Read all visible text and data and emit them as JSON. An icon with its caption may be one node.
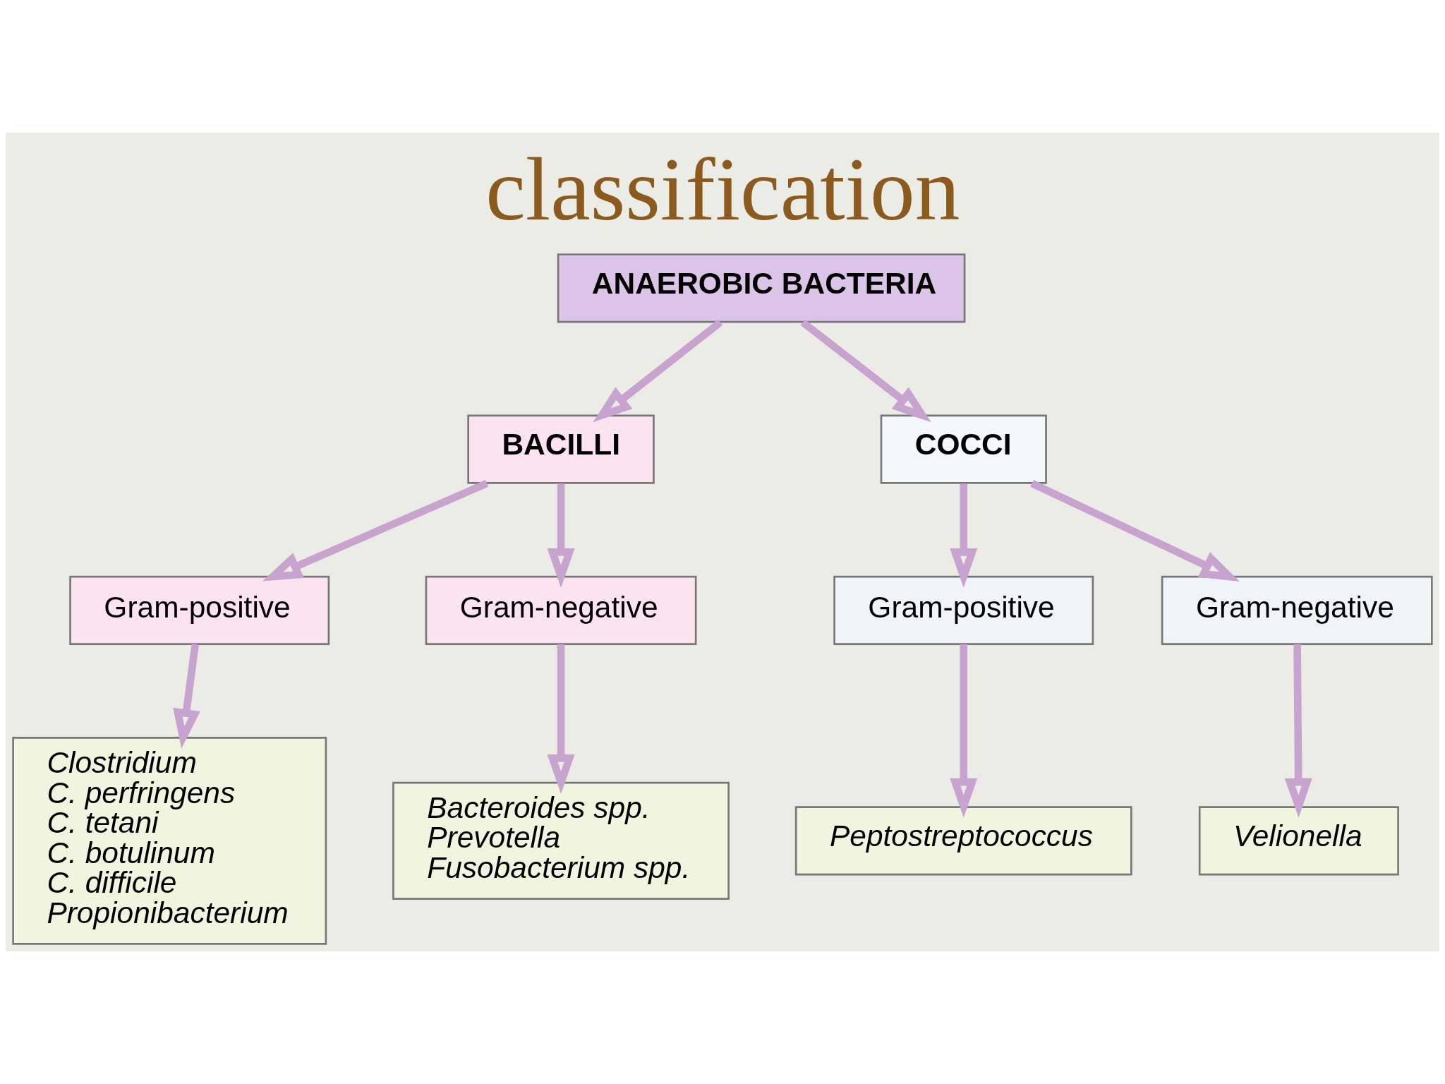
{
  "diagram": {
    "title": "classification",
    "nodes": [
      {
        "text": [
          "ANAEROBIC BACTERIA"
        ]
      },
      {
        "text": [
          "BACILLI"
        ]
      },
      {
        "text": [
          "COCCI"
        ]
      },
      {
        "text": [
          "Gram-positive"
        ]
      },
      {
        "text": [
          "Gram-negative"
        ]
      },
      {
        "text": [
          "Gram-positive"
        ]
      },
      {
        "text": [
          "Gram-negative"
        ]
      },
      {
        "text": [
          "Clostridium",
          "C. perfringens",
          "C. tetani",
          "C. botulinum",
          "C. difficile",
          "Propionibacterium"
        ]
      },
      {
        "text": [
          "Bacteroides spp.",
          "Prevotella",
          "Fusobacterium spp."
        ]
      },
      {
        "text": [
          "Peptostreptococcus"
        ]
      },
      {
        "text": [
          "Velionella"
        ]
      }
    ],
    "edges": [
      {
        "from": 0,
        "to": 1,
        "arrow": "to"
      },
      {
        "from": 0,
        "to": 2,
        "arrow": "to"
      },
      {
        "from": 1,
        "to": 3,
        "arrow": "to"
      },
      {
        "from": 1,
        "to": 4,
        "arrow": "to"
      },
      {
        "from": 2,
        "to": 5,
        "arrow": "to"
      },
      {
        "from": 2,
        "to": 6,
        "arrow": "to"
      },
      {
        "from": 3,
        "to": 7,
        "arrow": "to"
      },
      {
        "from": 4,
        "to": 8,
        "arrow": "to"
      },
      {
        "from": 5,
        "to": 9,
        "arrow": "to"
      },
      {
        "from": 6,
        "to": 10,
        "arrow": "to"
      }
    ]
  }
}
